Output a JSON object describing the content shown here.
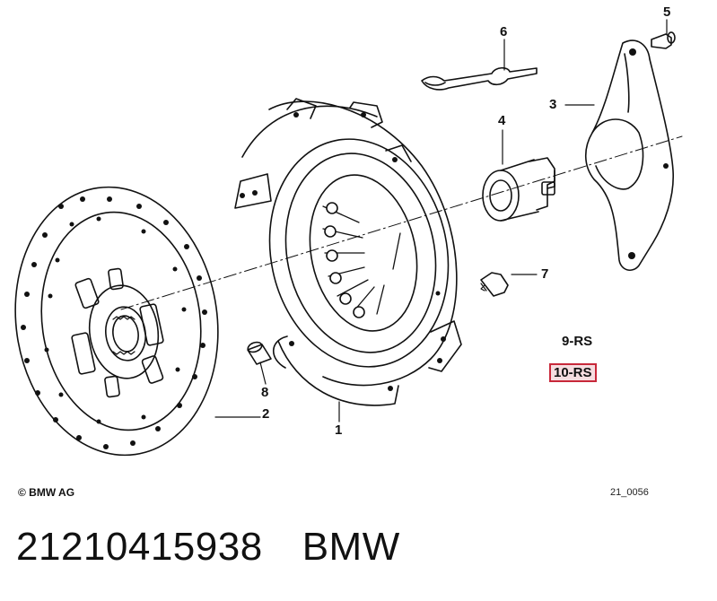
{
  "callouts": {
    "c1": "1",
    "c2": "2",
    "c3": "3",
    "c4": "4",
    "c5": "5",
    "c6": "6",
    "c7": "7",
    "c8": "8"
  },
  "rs_labels": {
    "rs9": "9-RS",
    "rs10": "10-RS"
  },
  "colors": {
    "line": "#111111",
    "highlight_border": "#c8283a",
    "highlight_fill": "#f6dde0"
  },
  "copyright": "© BMW AG",
  "drawing_code": "21_0056",
  "footer": {
    "part_number": "21210415938",
    "brand": "BMW"
  }
}
